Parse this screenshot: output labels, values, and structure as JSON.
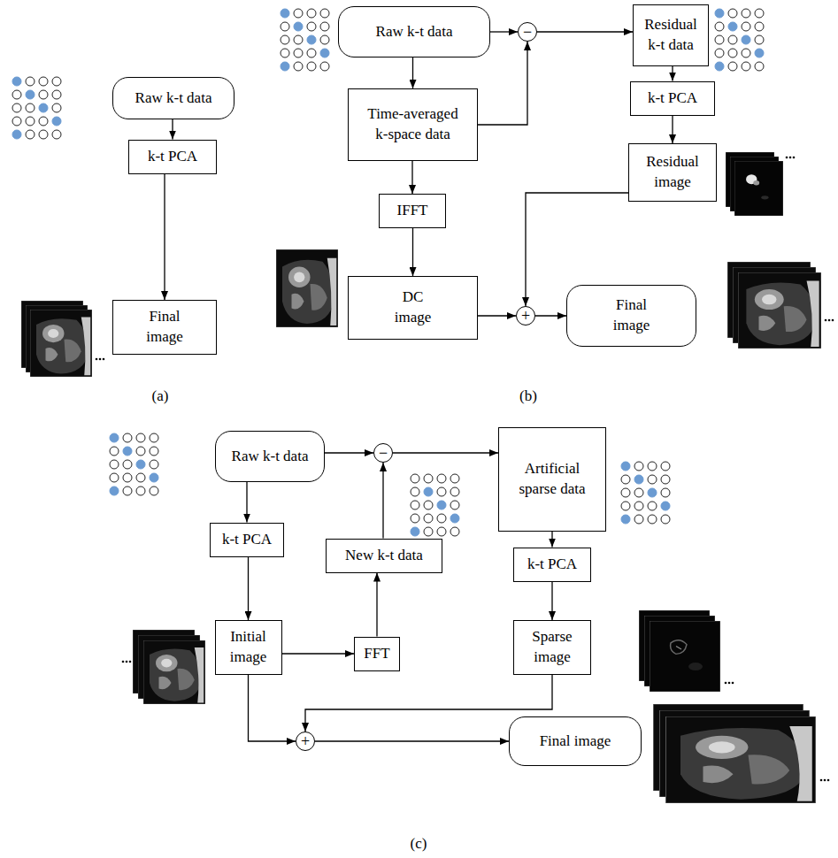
{
  "diagram": {
    "nodes": [
      {
        "text": [
          "Raw k-t data"
        ]
      },
      {
        "text": [
          "k-t PCA"
        ]
      },
      {
        "text": [
          "Final image"
        ]
      },
      {
        "text": [
          "Raw k-t data"
        ]
      },
      {
        "text": [
          "−"
        ]
      },
      {
        "text": [
          "Residual k-t data"
        ]
      },
      {
        "text": [
          "Time-averaged k-space data"
        ]
      },
      {
        "text": [
          "k-t PCA"
        ]
      },
      {
        "text": [
          "IFFT"
        ]
      },
      {
        "text": [
          "Residual image"
        ]
      },
      {
        "text": [
          "DC image"
        ]
      },
      {
        "text": [
          "+"
        ]
      },
      {
        "text": [
          "Final image"
        ]
      },
      {
        "text": [
          "Raw k-t data"
        ]
      },
      {
        "text": [
          "−"
        ]
      },
      {
        "text": [
          "Artificial sparse data"
        ]
      },
      {
        "text": [
          "k-t PCA"
        ]
      },
      {
        "text": [
          "New k-t data"
        ]
      },
      {
        "text": [
          "k-t PCA"
        ]
      },
      {
        "text": [
          "Initial image"
        ]
      },
      {
        "text": [
          "FFT"
        ]
      },
      {
        "text": [
          "Sparse image"
        ]
      },
      {
        "text": [
          "+"
        ]
      },
      {
        "text": [
          "Final image"
        ]
      }
    ],
    "edges": [
      {
        "from": 0,
        "to": 1,
        "arrow": "to"
      },
      {
        "from": 1,
        "to": 2,
        "arrow": "to"
      },
      {
        "from": 3,
        "to": 4,
        "arrow": "to"
      },
      {
        "from": 3,
        "to": 6,
        "arrow": "to"
      },
      {
        "from": 6,
        "to": 4,
        "arrow": "to"
      },
      {
        "from": 4,
        "to": 5,
        "arrow": "to"
      },
      {
        "from": 5,
        "to": 7,
        "arrow": "to"
      },
      {
        "from": 6,
        "to": 8,
        "arrow": "to"
      },
      {
        "from": 7,
        "to": 9,
        "arrow": "to"
      },
      {
        "from": 8,
        "to": 10,
        "arrow": "to"
      },
      {
        "from": 9,
        "to": 11,
        "arrow": "to"
      },
      {
        "from": 10,
        "to": 11,
        "arrow": "to"
      },
      {
        "from": 11,
        "to": 12,
        "arrow": "to"
      },
      {
        "from": 13,
        "to": 14,
        "arrow": "to"
      },
      {
        "from": 13,
        "to": 16,
        "arrow": "to"
      },
      {
        "from": 16,
        "to": 19,
        "arrow": "to"
      },
      {
        "from": 19,
        "to": 20,
        "arrow": "to"
      },
      {
        "from": 20,
        "to": 17,
        "arrow": "to"
      },
      {
        "from": 17,
        "to": 14,
        "arrow": "to"
      },
      {
        "from": 14,
        "to": 15,
        "arrow": "to"
      },
      {
        "from": 15,
        "to": 18,
        "arrow": "to"
      },
      {
        "from": 18,
        "to": 21,
        "arrow": "to"
      },
      {
        "from": 21,
        "to": 22,
        "arrow": "to"
      },
      {
        "from": 19,
        "to": 22,
        "arrow": "to"
      },
      {
        "from": 22,
        "to": 23,
        "arrow": "to"
      }
    ],
    "labels": [
      "(a)",
      "(b)",
      "(c)"
    ]
  }
}
